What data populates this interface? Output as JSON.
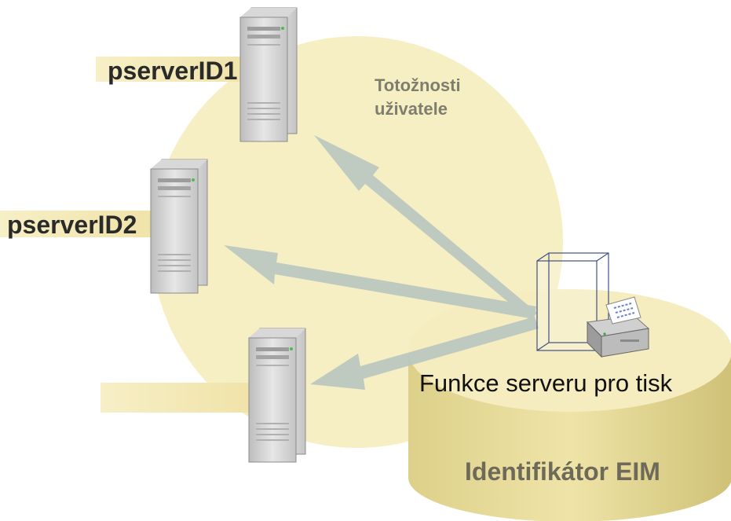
{
  "labels": {
    "user_identities": "Totožnosti\nuživatele",
    "print_server_function": "Funkce serveru pro tisk",
    "eim_identifier": "Identifikátor EIM",
    "server_id_1": "pserverID1",
    "server_id_2": "pserverID2",
    "server_id_3": ""
  },
  "colors": {
    "identity_circle": "#f6efc4",
    "label_tag": "#f5ebba",
    "arrow": "#b7c6c0",
    "cylinder_top": "#f5ecbf",
    "cylinder_side": "#dccf86",
    "server_body": "#cfcfcf"
  },
  "icons": {
    "servers": [
      "server-tower-icon",
      "server-tower-icon",
      "server-tower-icon"
    ],
    "printer": "printer-icon",
    "container": "wireframe-cube-icon"
  }
}
